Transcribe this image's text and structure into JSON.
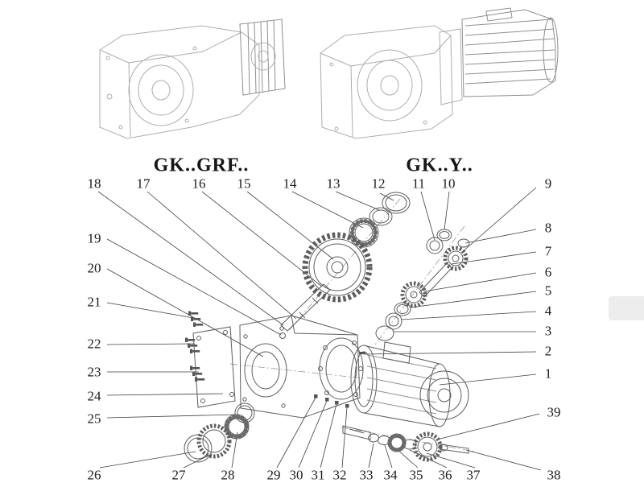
{
  "titles": {
    "left_model": "GK..GRF..",
    "right_model": "GK..Y.."
  },
  "callouts": {
    "top": [
      "18",
      "17",
      "16",
      "15",
      "14",
      "13",
      "12",
      "11",
      "10"
    ],
    "right": [
      "9",
      "8",
      "7",
      "6",
      "5",
      "4",
      "3",
      "2",
      "1",
      "39",
      "38"
    ],
    "left": [
      "19",
      "20",
      "21",
      "22",
      "23",
      "24",
      "25"
    ],
    "bottom": [
      "26",
      "27",
      "28",
      "29",
      "30",
      "31",
      "32",
      "33",
      "34",
      "35",
      "36",
      "37"
    ]
  },
  "style": {
    "line_color": "#5e5e5e",
    "faint_line_color": "#adadad",
    "leader_color": "#3f3f3f",
    "text_color": "#1c1c1c",
    "background": "#ffffff"
  }
}
